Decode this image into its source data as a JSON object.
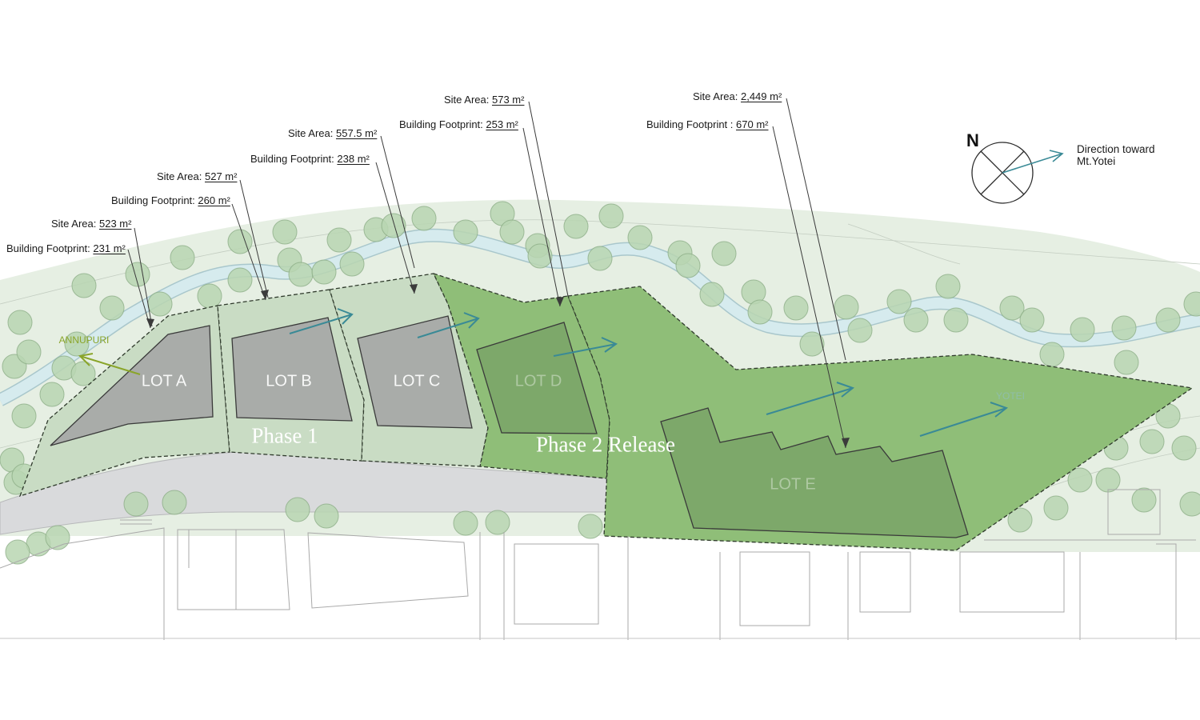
{
  "callouts": [
    {
      "id": "lotE-site",
      "label": "Site Area: ",
      "value": "2,449 m²"
    },
    {
      "id": "lotE-foot",
      "label": "Building Footprint : ",
      "value": "670 m²"
    },
    {
      "id": "lotD-site",
      "label": "Site Area: ",
      "value": "573 m²"
    },
    {
      "id": "lotD-foot",
      "label": "Building Footprint: ",
      "value": "253 m²"
    },
    {
      "id": "lotC-site",
      "label": "Site Area: ",
      "value": "557.5 m²"
    },
    {
      "id": "lotC-foot",
      "label": "Building Footprint: ",
      "value": "238 m²"
    },
    {
      "id": "lotB-site",
      "label": "Site Area: ",
      "value": "527 m²"
    },
    {
      "id": "lotB-foot",
      "label": "Building Footprint: ",
      "value": "260 m²"
    },
    {
      "id": "lotA-site",
      "label": "Site Area: ",
      "value": "523 m²"
    },
    {
      "id": "lotA-foot",
      "label": "Building Footprint: ",
      "value": "231 m²"
    }
  ],
  "lots": {
    "a": "LOT A",
    "b": "LOT B",
    "c": "LOT C",
    "d": "LOT D",
    "e": "LOT E"
  },
  "phases": {
    "phase1": "Phase 1",
    "phase2": "Phase 2 Release"
  },
  "places": {
    "annupuri": "ANNUPURI",
    "yotei": "YOTEI"
  },
  "legend": {
    "north": "N",
    "direction_line1": "Direction toward",
    "direction_line2": "Mt.Yotei"
  },
  "colors": {
    "phase1_fill": "#c9dcc4",
    "phase2_fill": "#8fbe78",
    "footprint_fill": "#a9aca9",
    "river": "#d6ebee",
    "road": "#d9dadc",
    "arrow": "#3a8a96",
    "annupuri_text": "#8aa52a",
    "tree": "#b9d6b2"
  },
  "icons": {
    "compass": "compass-north-icon",
    "direction_arrow": "direction-arrow-icon"
  }
}
